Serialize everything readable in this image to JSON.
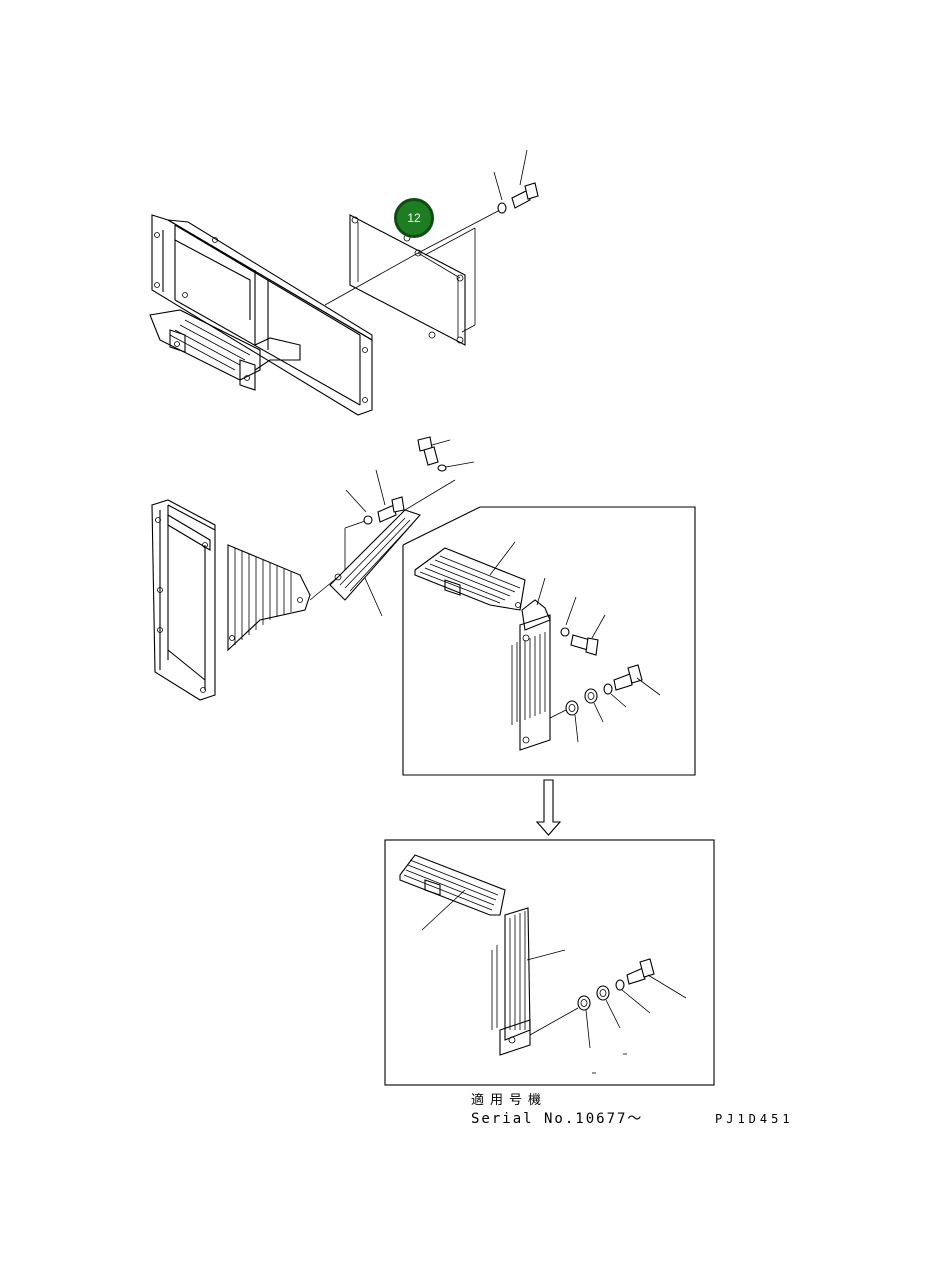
{
  "callout": {
    "number": "12",
    "color": "#1e7d22"
  },
  "footer": {
    "serial_label_ja": "適用号機",
    "serial_number": "Serial No.10677～",
    "drawing_code": "PJ1D451"
  },
  "icons": [
    "down-arrow-icon"
  ]
}
